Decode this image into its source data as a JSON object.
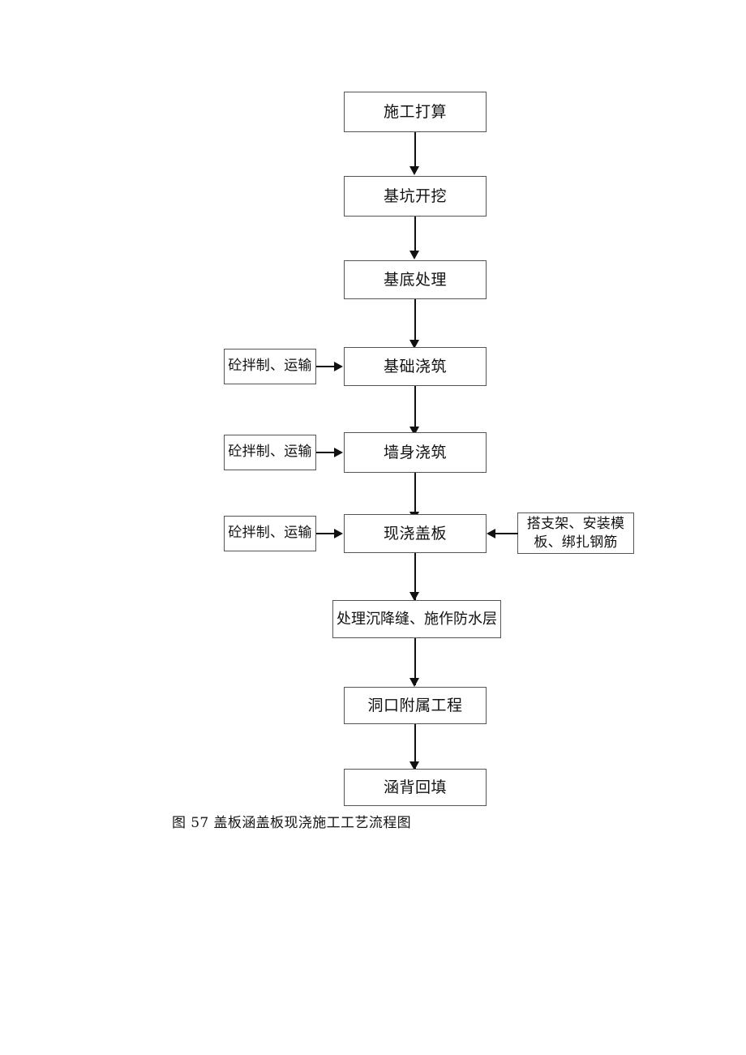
{
  "document": {
    "caption": "图 57 盖板涵盖板现浇施工工艺流程图",
    "background_color": "#ffffff",
    "line_color": "#111111",
    "box_border_color": "#555555",
    "text_color": "#121212"
  },
  "flowchart": {
    "title": "盖板涵盖板现浇施工工艺流程图",
    "main_sequence": [
      {
        "id": "construction-plan",
        "label": "施工打算"
      },
      {
        "id": "foundation-pit-excavation",
        "label": "基坑开挖"
      },
      {
        "id": "base-treatment",
        "label": "基底处理"
      },
      {
        "id": "foundation-pouring",
        "label": "基础浇筑"
      },
      {
        "id": "wall-body-pouring",
        "label": "墙身浇筑"
      },
      {
        "id": "cast-in-place-slab",
        "label": "现浇盖板"
      },
      {
        "id": "settlement-joint-waterproof",
        "label": "处理沉降缝、施作防水层"
      },
      {
        "id": "opening-auxiliary-works",
        "label": "洞口附属工程"
      },
      {
        "id": "culvert-back-backfill",
        "label": "涵背回填"
      }
    ],
    "side_inputs_left": [
      {
        "id": "concrete-mixing-transport-1",
        "label": "砼拌制、运输",
        "target": "foundation-pouring"
      },
      {
        "id": "concrete-mixing-transport-2",
        "label": "砼拌制、运输",
        "target": "wall-body-pouring"
      },
      {
        "id": "concrete-mixing-transport-3",
        "label": "砼拌制、运输",
        "target": "cast-in-place-slab"
      }
    ],
    "side_inputs_right": [
      {
        "id": "scaffold-formwork-rebar",
        "label_line1": "搭支架、安装模",
        "label_line2": "板、绑扎钢筋",
        "target": "cast-in-place-slab"
      }
    ]
  }
}
